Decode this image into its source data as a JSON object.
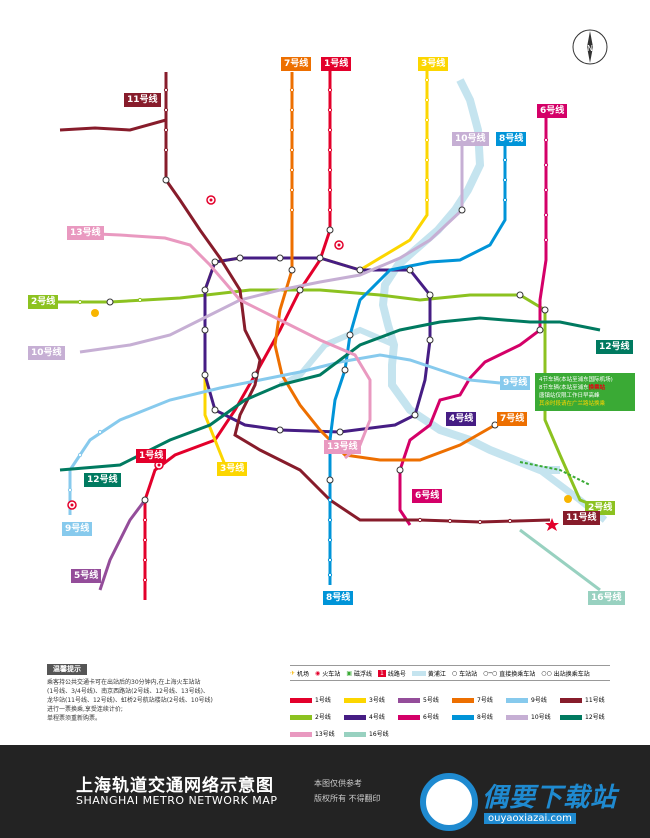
{
  "lines": [
    {
      "id": "1",
      "name": "1号线",
      "color": "#e3002b"
    },
    {
      "id": "2",
      "name": "2号线",
      "color": "#8cc220"
    },
    {
      "id": "3",
      "name": "3号线",
      "color": "#fcd600"
    },
    {
      "id": "4",
      "name": "4号线",
      "color": "#461d84"
    },
    {
      "id": "5",
      "name": "5号线",
      "color": "#944d9a"
    },
    {
      "id": "6",
      "name": "6号线",
      "color": "#d40068"
    },
    {
      "id": "7",
      "name": "7号线",
      "color": "#ed6f00"
    },
    {
      "id": "8",
      "name": "8号线",
      "color": "#0094d8"
    },
    {
      "id": "9",
      "name": "9号线",
      "color": "#87caed"
    },
    {
      "id": "10",
      "name": "10号线",
      "color": "#c6afd4"
    },
    {
      "id": "11",
      "name": "11号线",
      "color": "#871c2b"
    },
    {
      "id": "12",
      "name": "12号线",
      "color": "#007a60"
    },
    {
      "id": "13",
      "name": "13号线",
      "color": "#e999c0"
    },
    {
      "id": "16",
      "name": "16号线",
      "color": "#98d1c0"
    }
  ],
  "river_color": "#c5e4ef",
  "notice": {
    "title": "温馨提示",
    "lines": [
      "乘客持公共交通卡可在出站后的30分钟内,在上海火车站站",
      "(1号线、3/4号线)、南京西路站(2号线、12号线、13号线)、",
      "龙华站(11号线、12号线)、虹桥2号航站楼站(2号线、10号线)",
      "进行一票换乘,享受连续计价;",
      "单程票须重新购票。"
    ]
  },
  "legend_top": [
    {
      "icon": "airport-icon",
      "label": "机场"
    },
    {
      "icon": "railway-icon",
      "label": "火车站"
    },
    {
      "icon": "maglev-icon",
      "label": "磁浮线"
    },
    {
      "icon": "line-number-icon",
      "label": "线路号"
    },
    {
      "icon": "river-icon",
      "label": "黄浦江"
    },
    {
      "icon": "station-icon",
      "label": "车站站"
    },
    {
      "icon": "transfer-icon",
      "label": "直接换乘车站"
    },
    {
      "icon": "outside-transfer-icon",
      "label": "出站换乘车站"
    }
  ],
  "footer": {
    "title_zh": "上海轨道交通网络示意图",
    "title_en": "SHANGHAI METRO NETWORK MAP",
    "note1": "本图仅供参考",
    "note2": "版权所有 不得翻印"
  },
  "watermark": {
    "text": "偶要下载站",
    "sub": "ouyaoxiazai.com"
  },
  "callout": {
    "l1": "4节车辆(本站至浦东国际机场)",
    "l2": "8节车辆(本站至浦东",
    "l2b": "换乘站",
    "l3": "唐镇站仅限工作日早高峰",
    "l4": "其余时段请在广兰路站换乘"
  },
  "tags": {
    "l1": "1号线",
    "l2": "2号线",
    "l2b": "2号线",
    "l3": "3号线",
    "l4": "4号线",
    "l5": "5号线",
    "l6": "6号线",
    "l6b": "6号线",
    "l7": "7号线",
    "l7b": "7号线",
    "l8": "8号线",
    "l8b": "8号线",
    "l9": "9号线",
    "l9b": "9号线",
    "l10": "10号线",
    "l10b": "10号线",
    "l11": "11号线",
    "l11b": "11号线",
    "l12": "12号线",
    "l12b": "12号线",
    "l13": "13号线",
    "l13b": "13号线",
    "l16": "16号线"
  }
}
